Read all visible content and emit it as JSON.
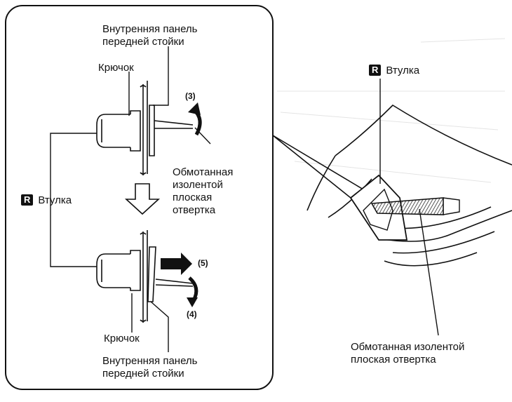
{
  "labels": {
    "inner_panel_top": "Внутренняя панель\nпередней стойки",
    "hook_top": "Крючок",
    "step_3": "(3)",
    "taped_screwdriver_left": "Обмотанная\nизолентой\nплоская\nотвертка",
    "bushing_left_badge": "R",
    "bushing_left": "Втулка",
    "step_5": "(5)",
    "step_4": "(4)",
    "hook_bottom": "Крючок",
    "inner_panel_bottom": "Внутренняя панель\nпередней стойки",
    "bushing_right_badge": "R",
    "bushing_right": "Втулка",
    "taped_screwdriver_right": "Обмотанная изолентой\nплоская отвертка"
  }
}
